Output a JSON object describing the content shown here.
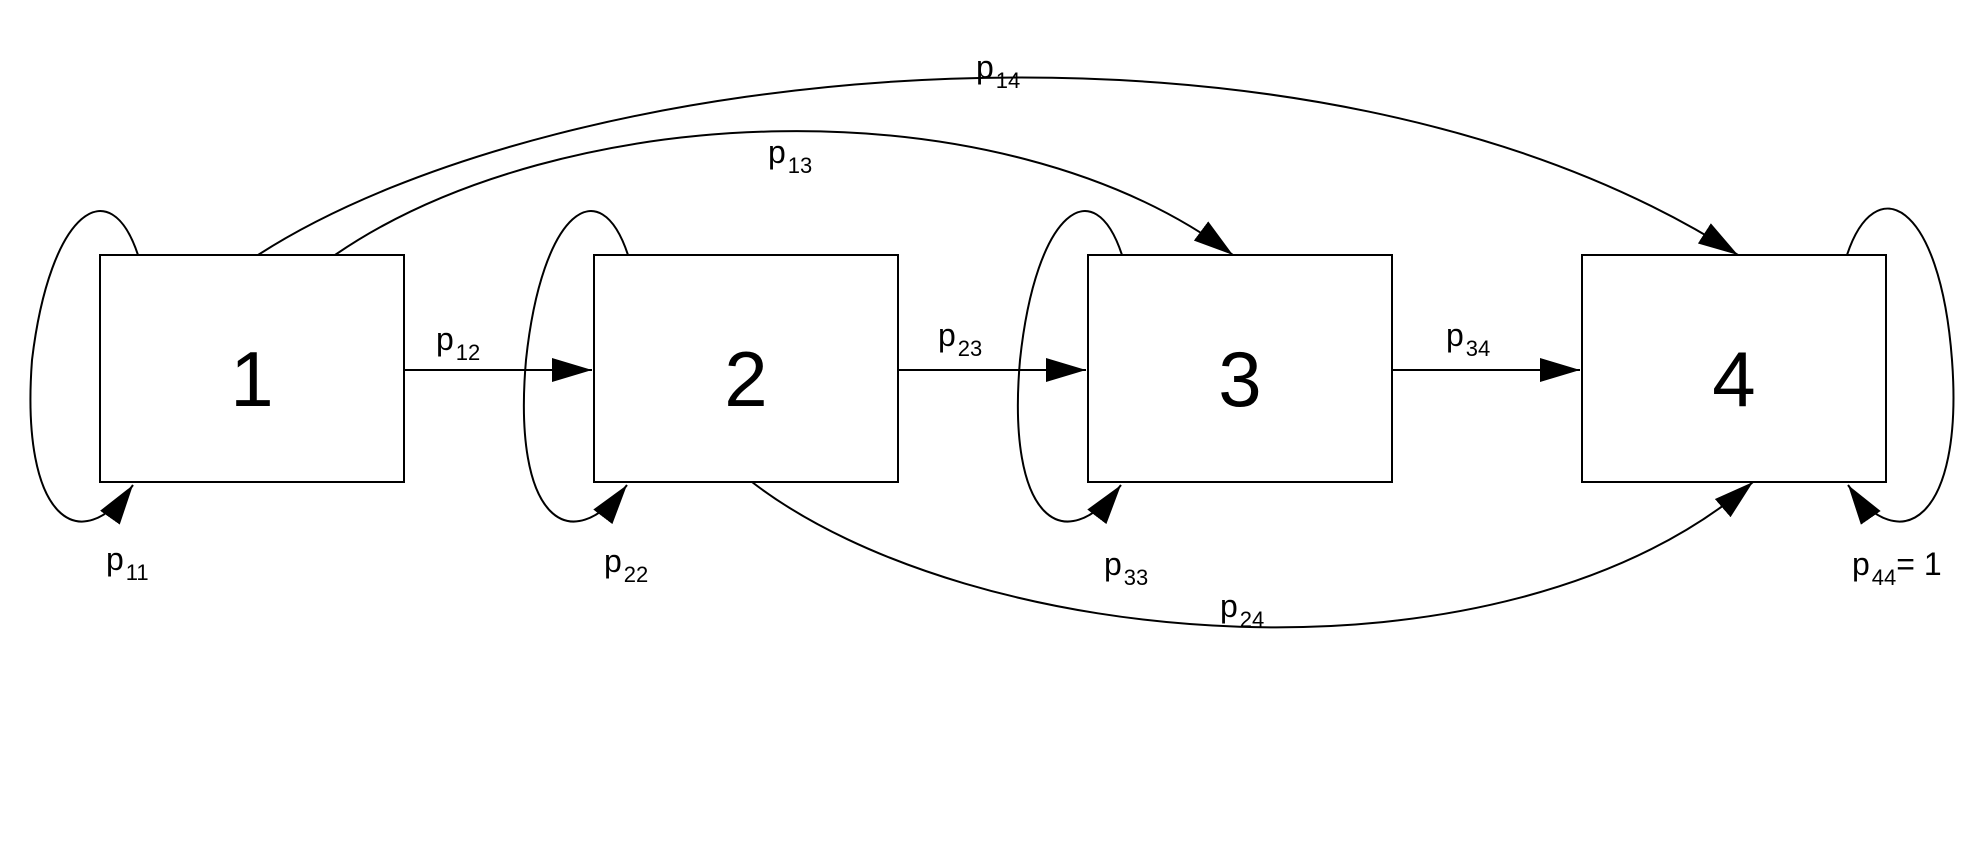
{
  "states": [
    {
      "id": "s1",
      "label": "1"
    },
    {
      "id": "s2",
      "label": "2"
    },
    {
      "id": "s3",
      "label": "3"
    },
    {
      "id": "s4",
      "label": "4"
    }
  ],
  "transitions": {
    "p11": {
      "base": "p",
      "sub": "11",
      "suffix": ""
    },
    "p12": {
      "base": "p",
      "sub": "12",
      "suffix": ""
    },
    "p13": {
      "base": "p",
      "sub": "13",
      "suffix": ""
    },
    "p14": {
      "base": "p",
      "sub": "14",
      "suffix": ""
    },
    "p22": {
      "base": "p",
      "sub": "22",
      "suffix": ""
    },
    "p23": {
      "base": "p",
      "sub": "23",
      "suffix": ""
    },
    "p24": {
      "base": "p",
      "sub": "24",
      "suffix": ""
    },
    "p33": {
      "base": "p",
      "sub": "33",
      "suffix": ""
    },
    "p34": {
      "base": "p",
      "sub": "34",
      "suffix": ""
    },
    "p44": {
      "base": "p",
      "sub": "44",
      "suffix": "= 1"
    }
  },
  "colors": {
    "stroke": "#000000",
    "background": "#ffffff"
  }
}
